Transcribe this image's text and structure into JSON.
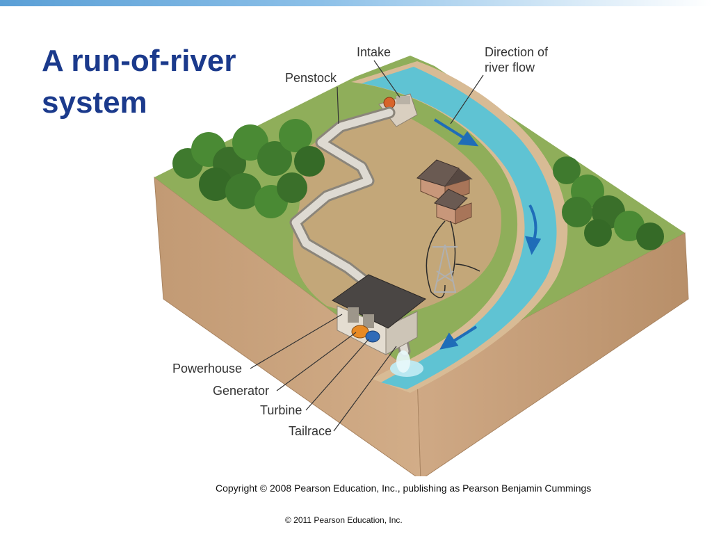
{
  "slide": {
    "title": "A run-of-river system",
    "copyright": "Copyright © 2008 Pearson Education, Inc., publishing as Pearson Benjamin Cummings",
    "footer": "© 2011 Pearson Education, Inc."
  },
  "diagram": {
    "labels": {
      "intake": "Intake",
      "penstock": "Penstock",
      "direction": "Direction of\nriver flow",
      "powerhouse": "Powerhouse",
      "generator": "Generator",
      "turbine": "Turbine",
      "tailrace": "Tailrace"
    }
  },
  "colors": {
    "title": "#1b3a8c",
    "river": "#5fc3d3",
    "grass": "#8fae5a",
    "soil": "#c9a27c",
    "arrow": "#1f6db8"
  }
}
